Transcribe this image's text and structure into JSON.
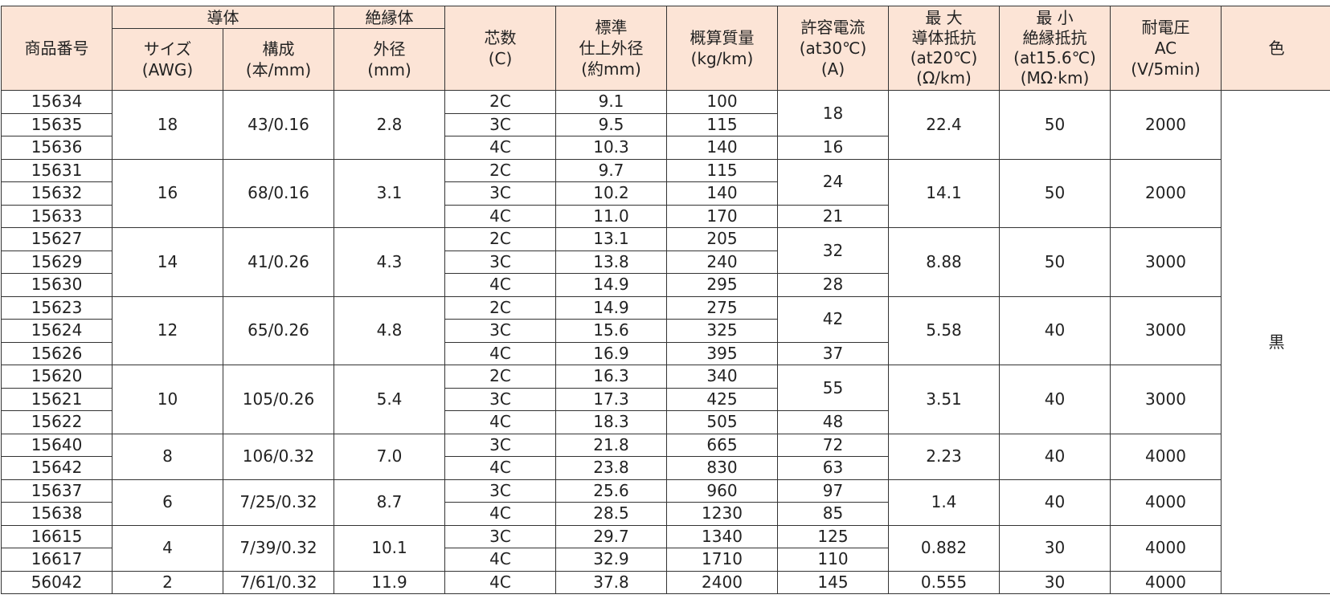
{
  "header": {
    "product_no": "商品番号",
    "conductor": "導体",
    "insulator": "絶縁体",
    "size": [
      "サイズ",
      "(AWG)"
    ],
    "composition": [
      "構成",
      "(本/mm)"
    ],
    "outer_dia": [
      "外径",
      "(mm)"
    ],
    "cores": [
      "芯数",
      "(C)"
    ],
    "std_finish_dia": [
      "標準",
      "仕上外径",
      "(約mm)"
    ],
    "approx_mass": [
      "概算質量",
      "(kg/km)"
    ],
    "allowable_current": [
      "許容電流",
      "(at30℃)",
      "(A)"
    ],
    "max_conductor_resistance": [
      "最 大",
      "導体抵抗",
      "(at20℃)",
      "(Ω/km)"
    ],
    "min_insulation_resistance": [
      "最 小",
      "絶縁抵抗",
      "(at15.6℃)",
      "(MΩ·km)"
    ],
    "withstand_voltage": [
      "耐電圧",
      "AC",
      "(V/5min)"
    ],
    "color": "色"
  },
  "color_value": "黒",
  "groups": [
    {
      "awg": "18",
      "composition": "43/0.16",
      "insulation_od": "2.8",
      "resistance": "22.4",
      "insulation_res": "50",
      "voltage": "2000",
      "rows": [
        {
          "id": "15634",
          "cores": "2C",
          "od": "9.1",
          "mass": "100"
        },
        {
          "id": "15635",
          "cores": "3C",
          "od": "9.5",
          "mass": "115"
        },
        {
          "id": "15636",
          "cores": "4C",
          "od": "10.3",
          "mass": "140"
        }
      ],
      "current": [
        {
          "value": "18",
          "span": 2
        },
        {
          "value": "16",
          "span": 1
        }
      ]
    },
    {
      "awg": "16",
      "composition": "68/0.16",
      "insulation_od": "3.1",
      "resistance": "14.1",
      "insulation_res": "50",
      "voltage": "2000",
      "rows": [
        {
          "id": "15631",
          "cores": "2C",
          "od": "9.7",
          "mass": "115"
        },
        {
          "id": "15632",
          "cores": "3C",
          "od": "10.2",
          "mass": "140"
        },
        {
          "id": "15633",
          "cores": "4C",
          "od": "11.0",
          "mass": "170"
        }
      ],
      "current": [
        {
          "value": "24",
          "span": 2
        },
        {
          "value": "21",
          "span": 1
        }
      ]
    },
    {
      "awg": "14",
      "composition": "41/0.26",
      "insulation_od": "4.3",
      "resistance": "8.88",
      "insulation_res": "50",
      "voltage": "3000",
      "rows": [
        {
          "id": "15627",
          "cores": "2C",
          "od": "13.1",
          "mass": "205"
        },
        {
          "id": "15629",
          "cores": "3C",
          "od": "13.8",
          "mass": "240"
        },
        {
          "id": "15630",
          "cores": "4C",
          "od": "14.9",
          "mass": "295"
        }
      ],
      "current": [
        {
          "value": "32",
          "span": 2
        },
        {
          "value": "28",
          "span": 1
        }
      ]
    },
    {
      "awg": "12",
      "composition": "65/0.26",
      "insulation_od": "4.8",
      "resistance": "5.58",
      "insulation_res": "40",
      "voltage": "3000",
      "rows": [
        {
          "id": "15623",
          "cores": "2C",
          "od": "14.9",
          "mass": "275"
        },
        {
          "id": "15624",
          "cores": "3C",
          "od": "15.6",
          "mass": "325"
        },
        {
          "id": "15626",
          "cores": "4C",
          "od": "16.9",
          "mass": "395"
        }
      ],
      "current": [
        {
          "value": "42",
          "span": 2
        },
        {
          "value": "37",
          "span": 1
        }
      ]
    },
    {
      "awg": "10",
      "composition": "105/0.26",
      "insulation_od": "5.4",
      "resistance": "3.51",
      "insulation_res": "40",
      "voltage": "3000",
      "rows": [
        {
          "id": "15620",
          "cores": "2C",
          "od": "16.3",
          "mass": "340"
        },
        {
          "id": "15621",
          "cores": "3C",
          "od": "17.3",
          "mass": "425"
        },
        {
          "id": "15622",
          "cores": "4C",
          "od": "18.3",
          "mass": "505"
        }
      ],
      "current": [
        {
          "value": "55",
          "span": 2
        },
        {
          "value": "48",
          "span": 1
        }
      ]
    },
    {
      "awg": "8",
      "composition": "106/0.32",
      "insulation_od": "7.0",
      "resistance": "2.23",
      "insulation_res": "40",
      "voltage": "4000",
      "rows": [
        {
          "id": "15640",
          "cores": "3C",
          "od": "21.8",
          "mass": "665"
        },
        {
          "id": "15642",
          "cores": "4C",
          "od": "23.8",
          "mass": "830"
        }
      ],
      "current": [
        {
          "value": "72",
          "span": 1
        },
        {
          "value": "63",
          "span": 1
        }
      ]
    },
    {
      "awg": "6",
      "composition": "7/25/0.32",
      "insulation_od": "8.7",
      "resistance": "1.4",
      "insulation_res": "40",
      "voltage": "4000",
      "rows": [
        {
          "id": "15637",
          "cores": "3C",
          "od": "25.6",
          "mass": "960"
        },
        {
          "id": "15638",
          "cores": "4C",
          "od": "28.5",
          "mass": "1230"
        }
      ],
      "current": [
        {
          "value": "97",
          "span": 1
        },
        {
          "value": "85",
          "span": 1
        }
      ]
    },
    {
      "awg": "4",
      "composition": "7/39/0.32",
      "insulation_od": "10.1",
      "resistance": "0.882",
      "insulation_res": "30",
      "voltage": "4000",
      "rows": [
        {
          "id": "16615",
          "cores": "3C",
          "od": "29.7",
          "mass": "1340"
        },
        {
          "id": "16617",
          "cores": "4C",
          "od": "32.9",
          "mass": "1710"
        }
      ],
      "current": [
        {
          "value": "125",
          "span": 1
        },
        {
          "value": "110",
          "span": 1
        }
      ]
    },
    {
      "awg": "2",
      "composition": "7/61/0.32",
      "insulation_od": "11.9",
      "resistance": "0.555",
      "insulation_res": "30",
      "voltage": "4000",
      "rows": [
        {
          "id": "56042",
          "cores": "4C",
          "od": "37.8",
          "mass": "2400"
        }
      ],
      "current": [
        {
          "value": "145",
          "span": 1
        }
      ]
    }
  ]
}
